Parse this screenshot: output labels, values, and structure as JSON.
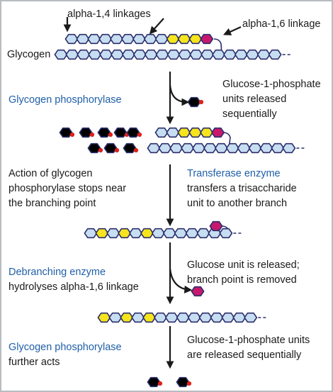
{
  "colors": {
    "glucose": "#c7def2",
    "yellow": "#f6e51c",
    "magenta": "#c8186e",
    "outline": "#2b2f6b",
    "phosphate": "#e0201b",
    "enzyme_text": "#1f5fa8",
    "arrow": "#1a1a1a"
  },
  "labels": {
    "alpha14": "alpha-1,4 linkages",
    "alpha16": "alpha-1,6 linkage",
    "glycogen": "Glycogen",
    "phosphorylase1": "Glycogen phosphorylase",
    "release1": [
      "Glucose-1-phosphate",
      "units released",
      "sequentially"
    ],
    "action": [
      "Action of glycogen",
      "phosphorylase stops near",
      "the branching point"
    ],
    "transferase_name": "Transferase enzyme",
    "transferase_desc": [
      "transfers a trisaccharide",
      "unit to another branch"
    ],
    "glucose_release": [
      "Glucose unit is released;",
      "branch point is removed"
    ],
    "debranching_name": "Debranching enzyme",
    "debranching_desc": "hydrolyses alpha-1,6 linkage",
    "phosphorylase2_name": "Glycogen phosphorylase",
    "phosphorylase2_desc": "further acts",
    "release2": [
      "Glucose-1-phosphate units",
      "are released sequentially"
    ]
  },
  "glucose_unit_icon": "hexagon-icon",
  "phosphate_icon": "red-dot-icon"
}
